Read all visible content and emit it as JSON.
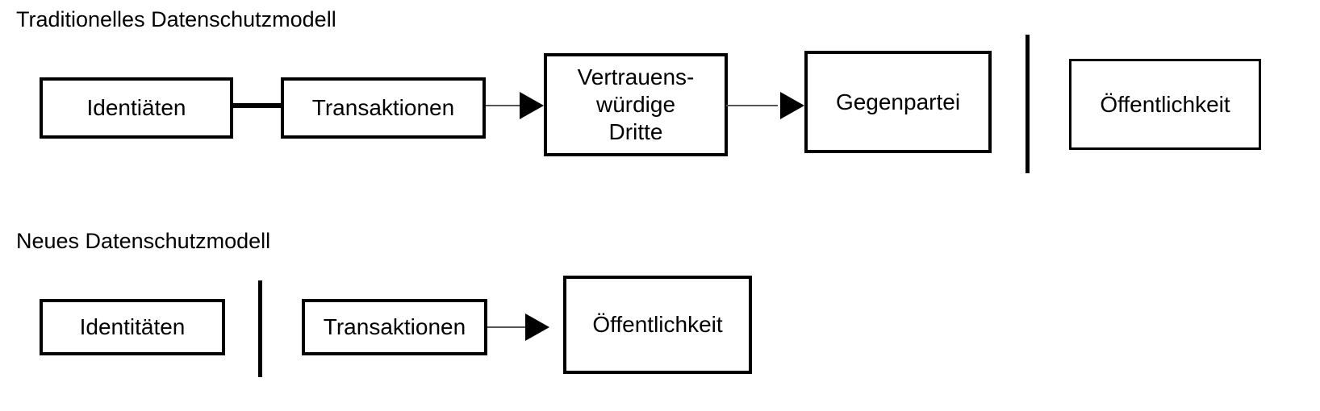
{
  "diagram": {
    "type": "flow-diagram",
    "background_color": "#ffffff",
    "stroke_color": "#000000",
    "sections": [
      {
        "id": "traditional",
        "title": "Traditionelles Datenschutzmodell",
        "nodes": [
          {
            "id": "trad-identities",
            "label": "Identiäten"
          },
          {
            "id": "trad-transactions",
            "label": "Transaktionen"
          },
          {
            "id": "trad-trusted-third",
            "label": "Vertrauens-\nwürdige\nDritte"
          },
          {
            "id": "trad-counterparty",
            "label": "Gegenpartei"
          },
          {
            "id": "trad-public",
            "label": "Öffentlichkeit"
          }
        ],
        "connectors": [
          {
            "from": "trad-identities",
            "to": "trad-transactions",
            "style": "thick-line",
            "arrow": false
          },
          {
            "from": "trad-transactions",
            "to": "trad-trusted-third",
            "style": "thin-line",
            "arrow": true
          },
          {
            "from": "trad-trusted-third",
            "to": "trad-counterparty",
            "style": "thin-line",
            "arrow": true
          }
        ],
        "divider": {
          "id": "trad-divider",
          "orientation": "vertical"
        }
      },
      {
        "id": "new",
        "title": "Neues Datenschutzmodell",
        "nodes": [
          {
            "id": "new-identities",
            "label": "Identitäten"
          },
          {
            "id": "new-transactions",
            "label": "Transaktionen"
          },
          {
            "id": "new-public",
            "label": "Öffentlichkeit"
          }
        ],
        "connectors": [
          {
            "from": "new-transactions",
            "to": "new-public",
            "style": "thin-line",
            "arrow": true
          }
        ],
        "divider": {
          "id": "new-divider",
          "orientation": "vertical"
        }
      }
    ]
  }
}
